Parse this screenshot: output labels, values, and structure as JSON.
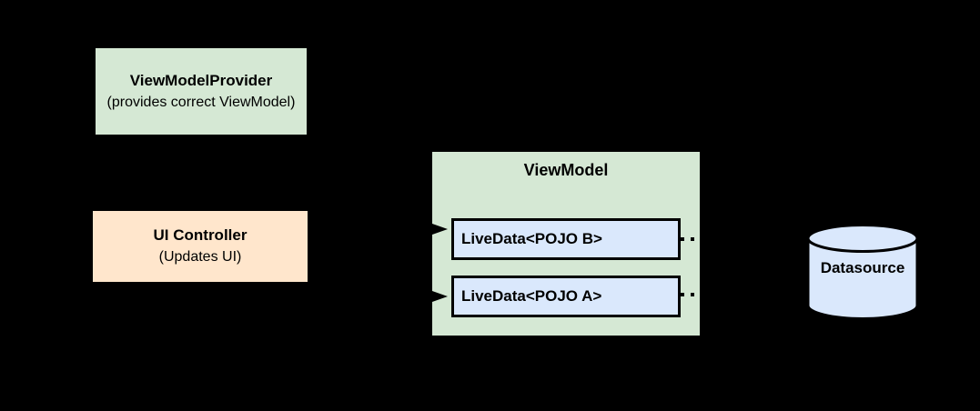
{
  "diagram": {
    "nodes": {
      "view_model_provider": {
        "title": "ViewModelProvider",
        "subtitle": "(provides correct ViewModel)"
      },
      "ui_controller": {
        "title": "UI Controller",
        "subtitle": "(Updates UI)"
      },
      "view_model": {
        "title": "ViewModel"
      },
      "live_data_b": {
        "label": "LiveData<POJO B>"
      },
      "live_data_a": {
        "label": "LiveData<POJO A>"
      },
      "datasource": {
        "label": "Datasource"
      }
    },
    "connectors": {
      "arrowheads_into_livedata": 2,
      "dotted_lines_to_datasource": 2
    }
  },
  "colors": {
    "bg": "#000000",
    "green": "#d5e8d4",
    "peach": "#ffe6cc",
    "blue": "#dae8fc",
    "stroke": "#000000"
  }
}
